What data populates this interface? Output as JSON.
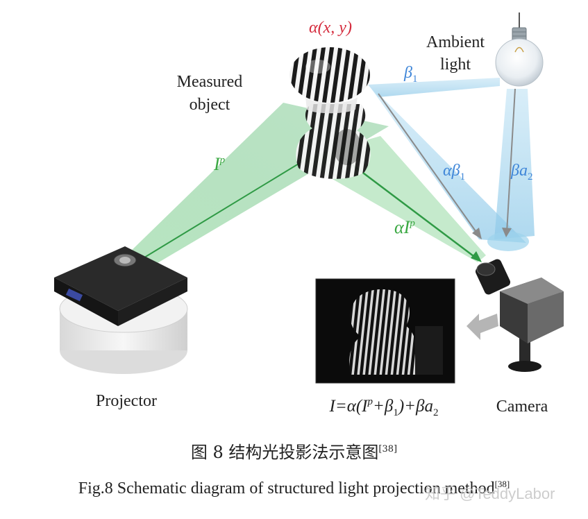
{
  "labels": {
    "alpha_xy": "α(x, y)",
    "measured_object_line1": "Measured",
    "measured_object_line2": "object",
    "ambient_line1": "Ambient",
    "ambient_line2": "light",
    "beta1_base": "β",
    "beta1_sub": "1",
    "ip_base": "I",
    "ip_sup": "p",
    "alpha_beta1_base": "αβ",
    "alpha_beta1_sub": "1",
    "beta_a2_base": "βa",
    "beta_a2_sub": "2",
    "alpha_ip_base": "αI",
    "alpha_ip_sup": "p",
    "projector": "Projector",
    "camera": "Camera"
  },
  "equation": {
    "p1": "I=α(I",
    "sup_p": "p",
    "p2": "+β",
    "sub_1": "1",
    "p3": ")+βa",
    "sub_2": "2"
  },
  "caption": {
    "cn": "图 8  结构光投影法示意图",
    "cn_ref": "[38]",
    "en": "Fig.8  Schematic diagram of structured light projection method",
    "en_ref": "[38]"
  },
  "watermark": "知乎 @TeddyLabor",
  "colors": {
    "red_label": "#d42a3c",
    "green_label": "#3aa842",
    "blue_label": "#3f86d8",
    "green_beam": "#66c280",
    "blue_beam": "#8cc8e8"
  }
}
